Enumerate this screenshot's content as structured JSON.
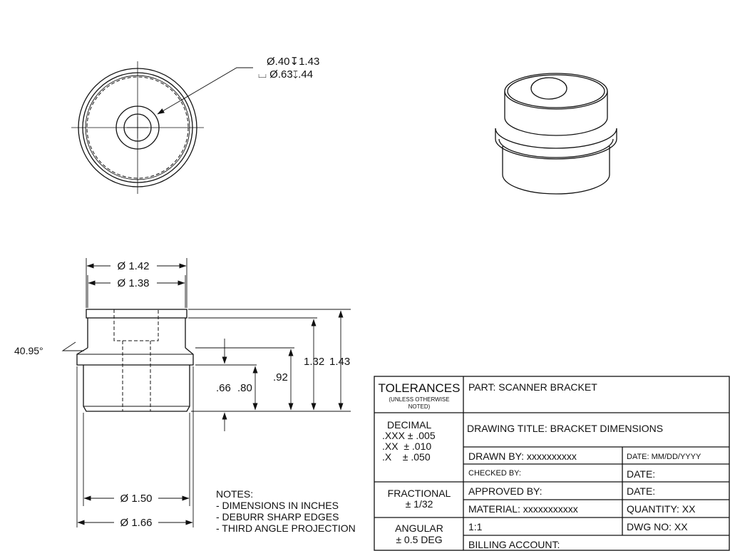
{
  "top_view": {
    "callout_line1": "Ø.40↧1.43",
    "callout_line2": "⌴ Ø.63↧.44"
  },
  "front_view": {
    "dim_dia_142": "Ø 1.42",
    "dim_dia_138": "Ø 1.38",
    "dim_dia_150": "Ø 1.50",
    "dim_dia_166": "Ø 1.66",
    "angle": "40.95°",
    "dim_066": ".66",
    "dim_080": ".80",
    "dim_092": ".92",
    "dim_132": "1.32",
    "dim_143": "1.43"
  },
  "notes": {
    "title": "NOTES:",
    "items": [
      "- DIMENSIONS IN INCHES",
      "- DEBURR SHARP EDGES",
      "- THIRD ANGLE PROJECTION"
    ]
  },
  "title_block": {
    "tolerances": "TOLERANCES",
    "unless_line1": "(UNLESS OTHERWISE",
    "unless_line2": "NOTED)",
    "decimal": "DECIMAL",
    "dec_xxx": ".XXX ± .005",
    "dec_xx": ".XX  ± .010",
    "dec_x": ".X    ± .050",
    "fractional": "FRACTIONAL",
    "frac_tol": "± 1/32",
    "angular": "ANGULAR",
    "ang_tol": "± 0.5 DEG",
    "part": "PART: SCANNER BRACKET",
    "drawing_title": "DRAWING TITLE: BRACKET DIMENSIONS",
    "drawn_by": "DRAWN BY: xxxxxxxxxx",
    "date_fmt": "DATE: MM/DD/YYYY",
    "checked_by": "CHECKED BY:",
    "date1": "DATE:",
    "approved_by": "APPROVED BY:",
    "date2": "DATE:",
    "material": "MATERIAL: xxxxxxxxxxx",
    "quantity": "QUANTITY: XX",
    "scale": "1:1",
    "dwg_no": "DWG NO: XX",
    "billing": "BILLING ACCOUNT:"
  }
}
